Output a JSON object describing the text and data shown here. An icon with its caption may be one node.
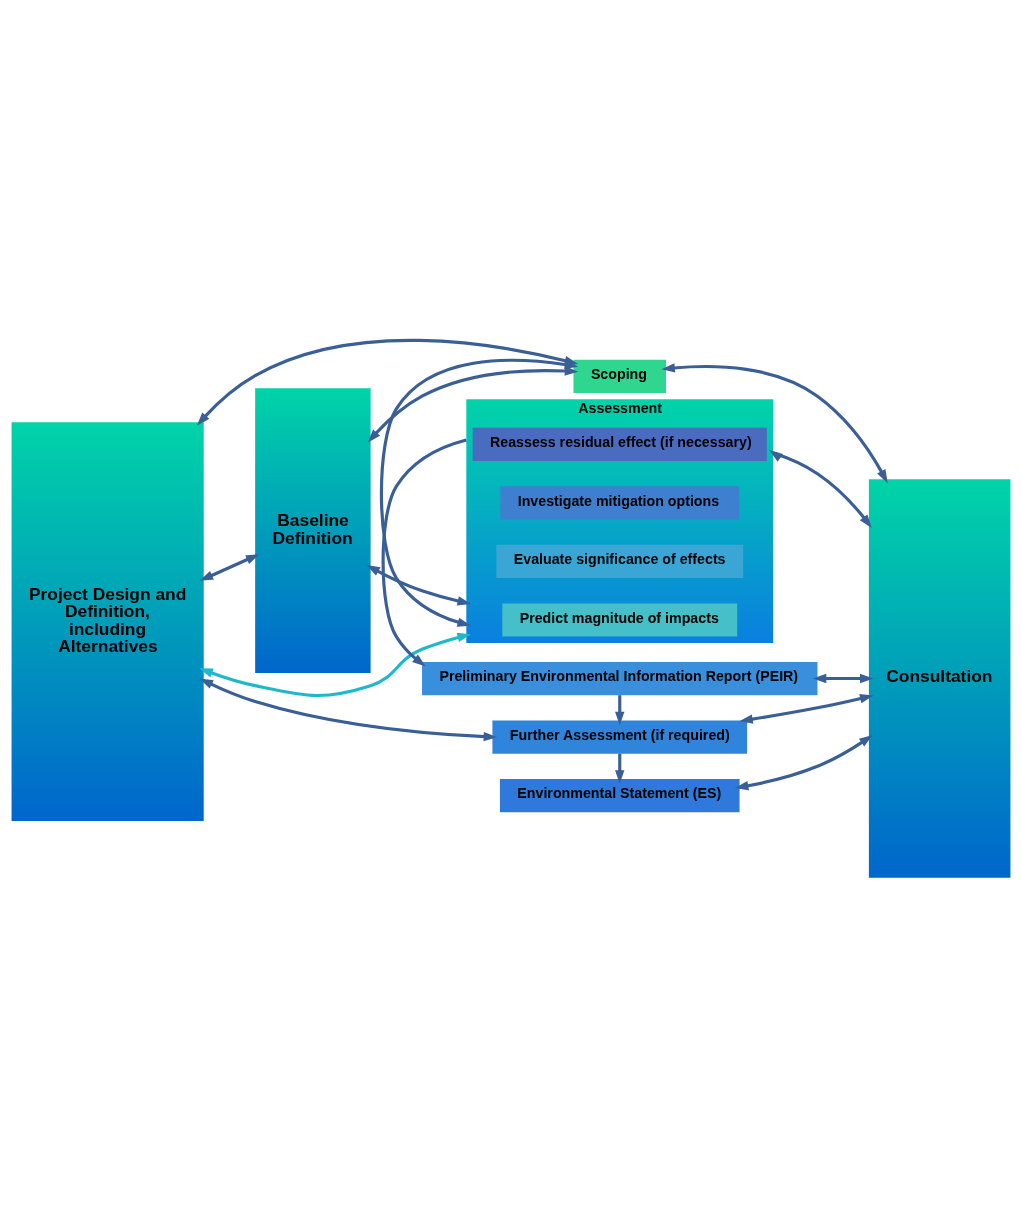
{
  "diagram": {
    "nodes": [
      {
        "text": [
          "Project Design and Definition, including Alternatives"
        ]
      },
      {
        "text": [
          "Scoping"
        ]
      },
      {
        "text": [
          "Consultation"
        ]
      },
      {
        "text": [
          "Baseline Definition"
        ]
      },
      {
        "text": [
          "Assessment"
        ]
      },
      {
        "text": [
          "Predict magnitude of impacts"
        ],
        "in": 4
      },
      {
        "text": [
          "Evaluate significance of effects"
        ],
        "in": 4
      },
      {
        "text": [
          "Investigate mitigation options"
        ],
        "in": 4
      },
      {
        "text": [
          "Reassess residual effect (if necessary)"
        ],
        "in": 4
      },
      {
        "text": [
          "Preliminary Environmental Information Report (PEIR)"
        ]
      },
      {
        "text": [
          "Further Assessment (if required)"
        ]
      },
      {
        "text": [
          "Environmental Statement (ES)"
        ]
      }
    ],
    "edges": [
      {
        "from": 0,
        "to": 1,
        "arrow": "both"
      },
      {
        "from": 1,
        "to": 2,
        "arrow": "both"
      },
      {
        "from": 1,
        "to": 3,
        "arrow": "both"
      },
      {
        "from": 1,
        "to": 4,
        "arrow": "both"
      },
      {
        "from": 0,
        "to": 4,
        "arrow": "both",
        "color": "#1fb8c8"
      },
      {
        "from": 0,
        "to": 3,
        "arrow": "both"
      },
      {
        "from": 3,
        "to": 4,
        "arrow": "both"
      },
      {
        "from": 4,
        "to": 2,
        "arrow": "both"
      },
      {
        "from": 4,
        "to": 9,
        "arrow": "to"
      },
      {
        "from": 9,
        "to": 2,
        "arrow": "both"
      },
      {
        "from": 9,
        "to": 10,
        "arrow": "to"
      },
      {
        "from": 0,
        "to": 10,
        "arrow": "both"
      },
      {
        "from": 10,
        "to": 2,
        "arrow": "both"
      },
      {
        "from": 10,
        "to": 11,
        "arrow": "to"
      },
      {
        "from": 11,
        "to": 2,
        "arrow": "both"
      }
    ]
  }
}
